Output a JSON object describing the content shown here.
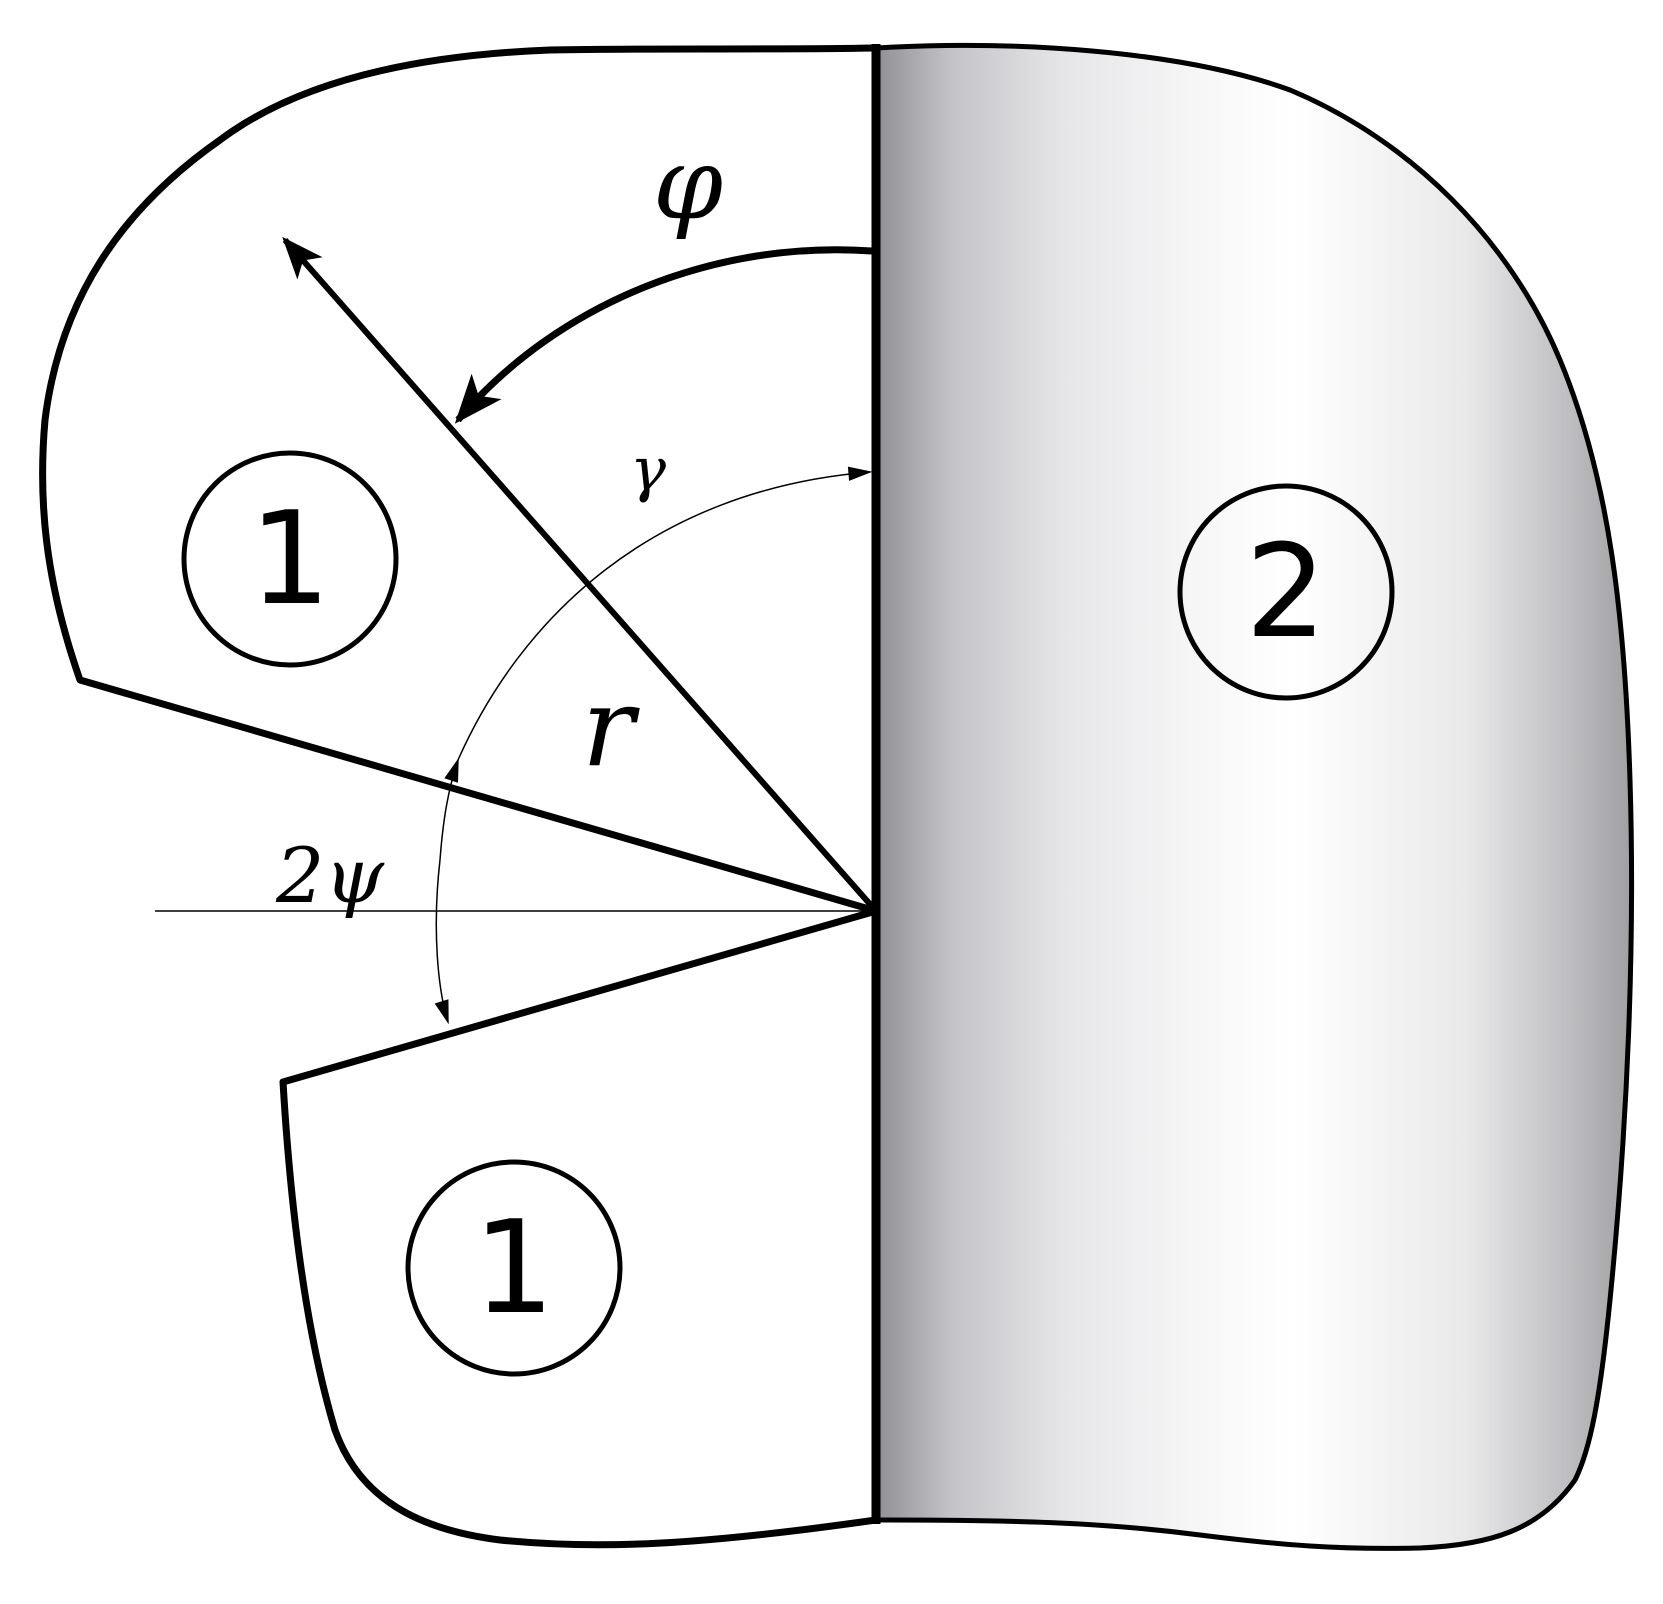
{
  "diagram": {
    "labels": {
      "phi": "φ",
      "gamma": "γ",
      "r": "r",
      "two_psi": "2ψ",
      "region_upper_left": "1",
      "region_lower_left": "1",
      "region_right": "2"
    },
    "colors": {
      "stroke": "#000000",
      "material_light": "#ffffff",
      "material_shade_edge": "#9a9a9e",
      "material_shade_mid": "#d8d8da"
    }
  }
}
